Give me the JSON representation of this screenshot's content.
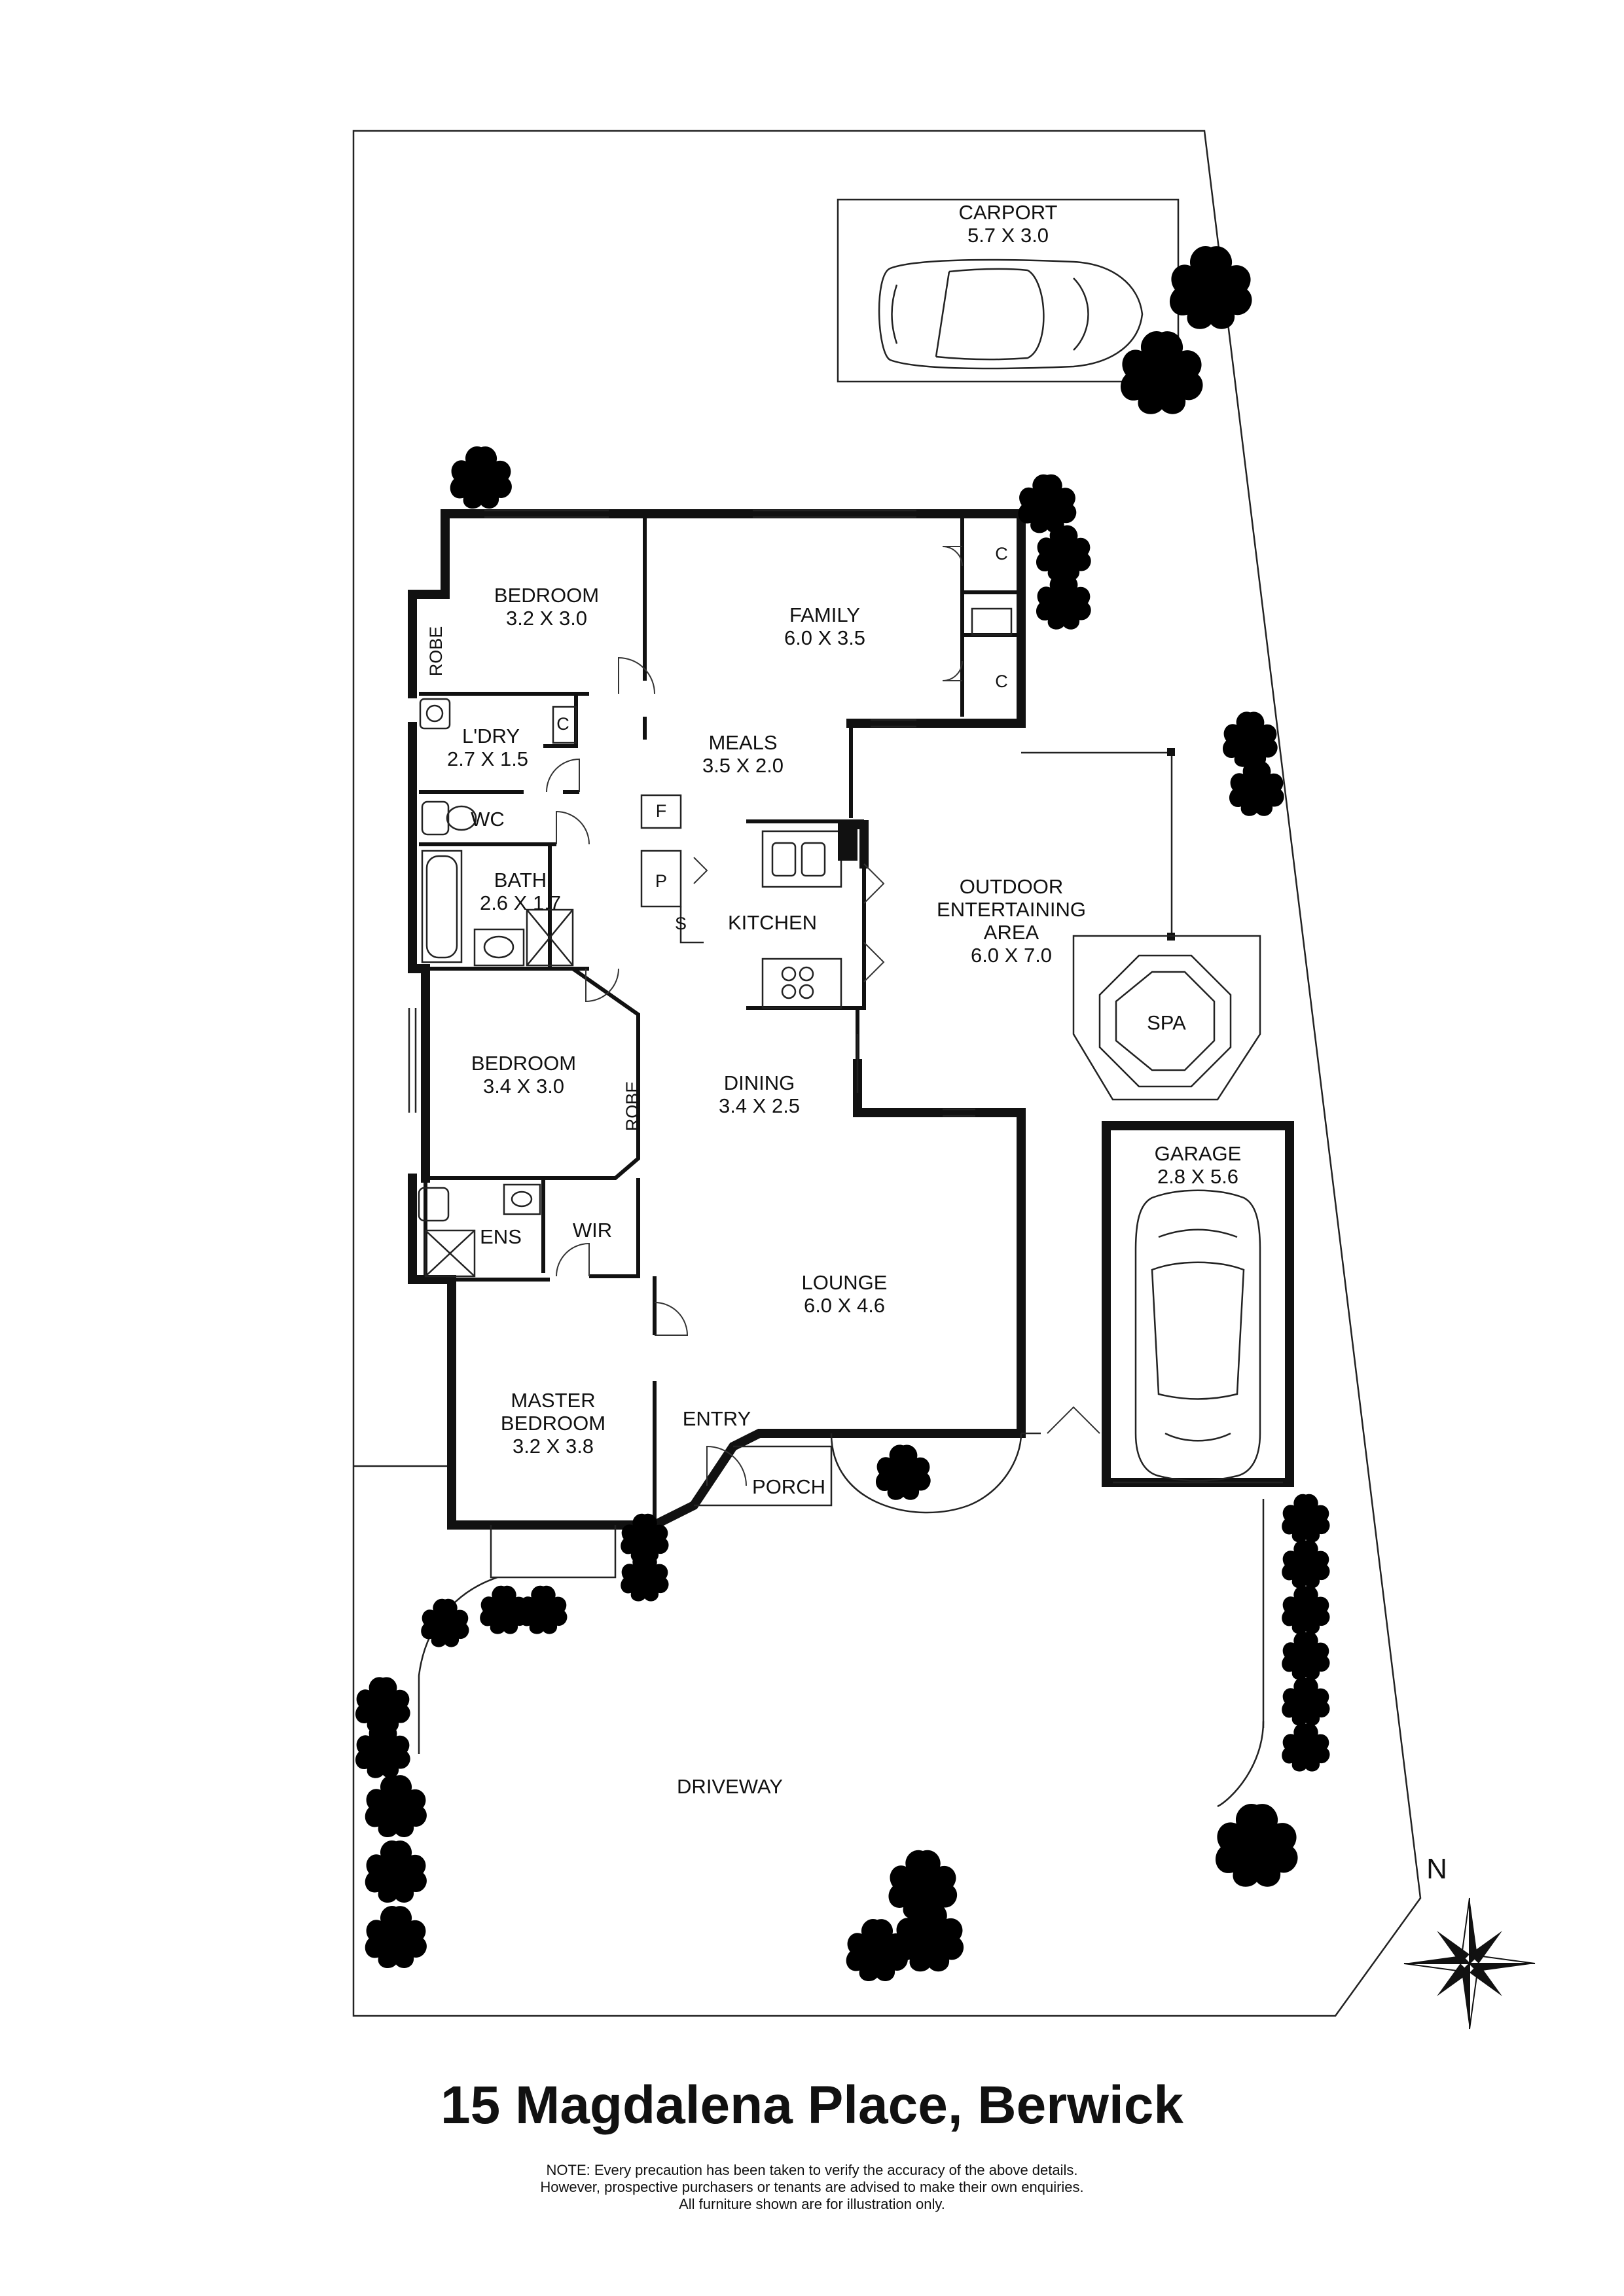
{
  "property": {
    "address": "15 Magdalena Place, Berwick",
    "note_lines": [
      "NOTE: Every precaution has been taken to verify the accuracy of the above details.",
      "However, prospective purchasers or tenants are advised to make their own enquiries.",
      "All furniture shown are for illustration only."
    ],
    "compass_label": "N"
  },
  "rooms": {
    "carport": {
      "name": "CARPORT",
      "size": "5.7 X 3.0"
    },
    "bedroom_1": {
      "name": "BEDROOM",
      "size": "3.2 X 3.0"
    },
    "family": {
      "name": "FAMILY",
      "size": "6.0 X 3.5"
    },
    "laundry": {
      "name": "L'DRY",
      "size": "2.7 X 1.5"
    },
    "meals": {
      "name": "MEALS",
      "size": "3.5 X 2.0"
    },
    "wc": {
      "name": "WC"
    },
    "bath": {
      "name": "BATH",
      "size": "2.6 X 1.7"
    },
    "kitchen": {
      "name": "KITCHEN"
    },
    "outdoor": {
      "line1": "OUTDOOR",
      "line2": "ENTERTAINING",
      "line3": "AREA",
      "size": "6.0 X 7.0"
    },
    "spa": {
      "name": "SPA"
    },
    "bedroom_2": {
      "name": "BEDROOM",
      "size": "3.4 X 3.0"
    },
    "dining": {
      "name": "DINING",
      "size": "3.4 X 2.5"
    },
    "garage": {
      "name": "GARAGE",
      "size": "2.8 X 5.6"
    },
    "ensuite": {
      "name": "ENS"
    },
    "wir": {
      "name": "WIR"
    },
    "lounge": {
      "name": "LOUNGE",
      "size": "6.0 X 4.6"
    },
    "master": {
      "line1": "MASTER",
      "line2": "BEDROOM",
      "size": "3.2 X 3.8"
    },
    "entry": {
      "name": "ENTRY"
    },
    "porch": {
      "name": "PORCH"
    },
    "driveway": {
      "name": "DRIVEWAY"
    }
  },
  "labels": {
    "robe": "ROBE",
    "cupboard": "C",
    "fridge": "F",
    "pantry": "P",
    "storage": "S"
  }
}
